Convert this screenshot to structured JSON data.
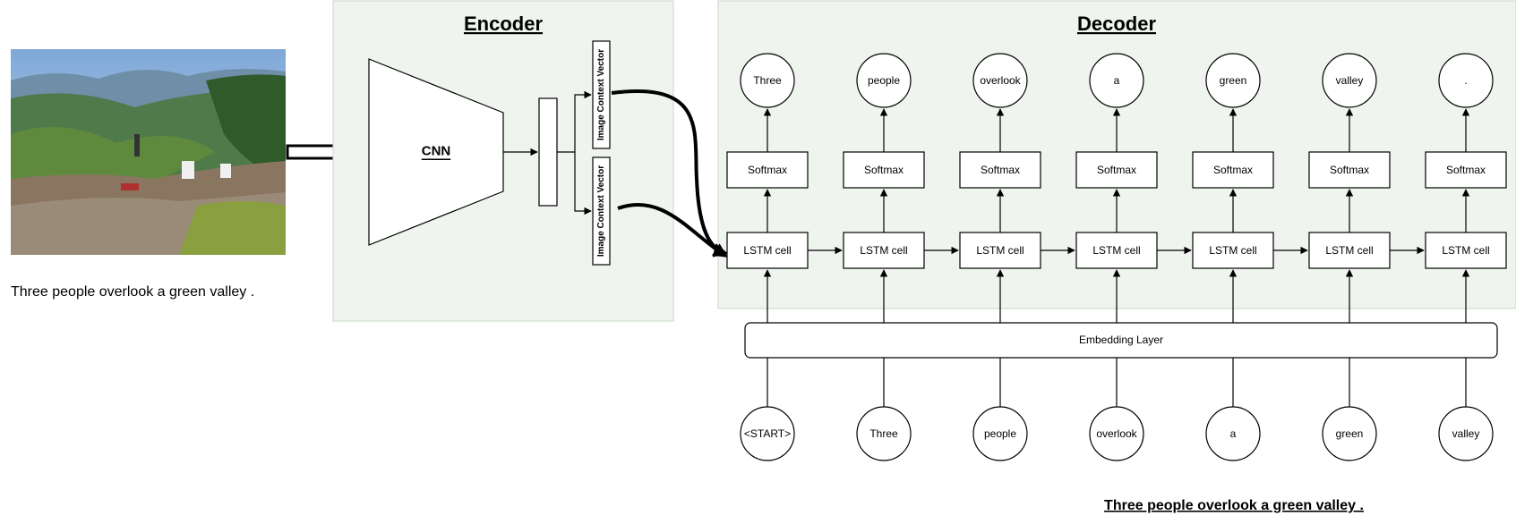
{
  "encoder": {
    "title": "Encoder",
    "cnn_label": "CNN",
    "context_vector_label": "Image Context Vector"
  },
  "decoder": {
    "title": "Decoder",
    "outputs": [
      "Three",
      "people",
      "overlook",
      "a",
      "green",
      "valley",
      "."
    ],
    "softmax_label": "Softmax",
    "lstm_label": "LSTM cell",
    "embedding_label": "Embedding Layer",
    "inputs": [
      "<START>",
      "Three",
      "people",
      "overlook",
      "a",
      "green",
      "valley"
    ]
  },
  "input_caption": "Three people overlook a green valley .",
  "output_caption": "Three people overlook a green valley .",
  "colors": {
    "panel_fill": "#eff5ee",
    "panel_stroke": "#c9d9c6"
  }
}
